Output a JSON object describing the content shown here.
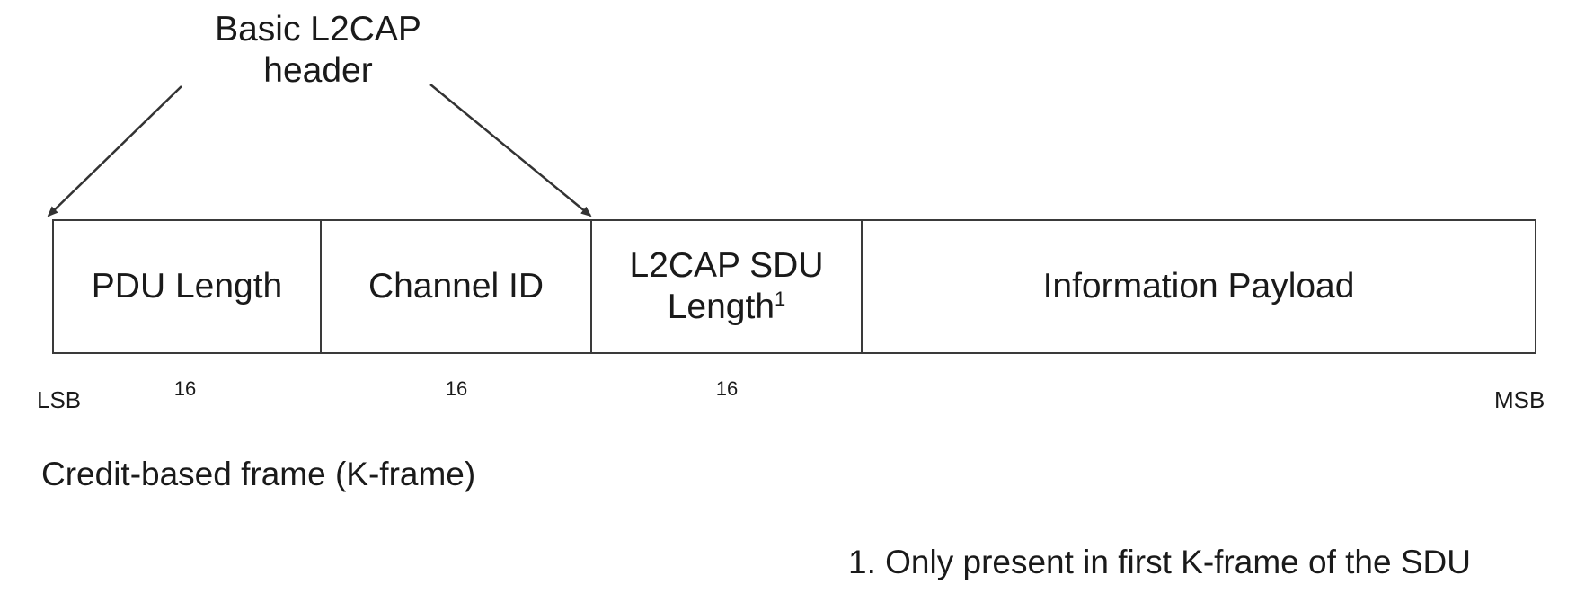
{
  "header_label": {
    "line1": "Basic L2CAP",
    "line2": "header"
  },
  "fields": [
    {
      "label": "PDU Length",
      "bits": "16"
    },
    {
      "label": "Channel ID",
      "bits": "16"
    },
    {
      "label_line1": "L2CAP SDU",
      "label_line2": "Length",
      "superscript": "1",
      "bits": "16"
    },
    {
      "label": "Information Payload"
    }
  ],
  "lsb_label": "LSB",
  "msb_label": "MSB",
  "caption": "Credit-based frame (K-frame)",
  "footnote": "1. Only present in first K-frame of the SDU"
}
